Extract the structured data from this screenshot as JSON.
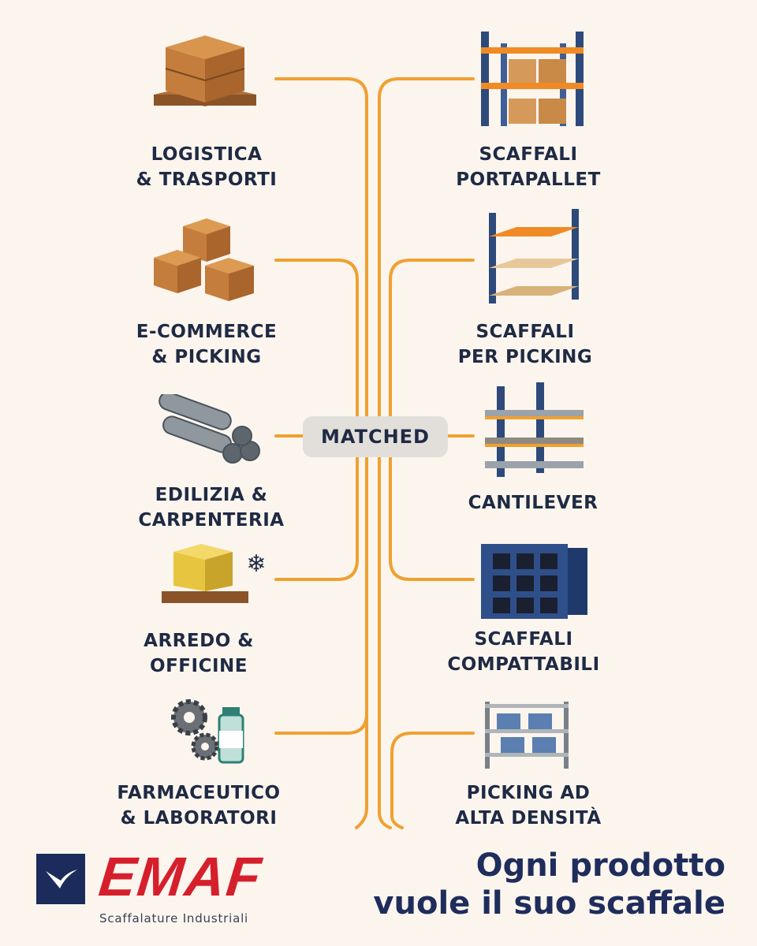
{
  "center_label": "MATCHED",
  "sectors": [
    {
      "line1": "LOGISTICA",
      "line2": "& TRASPORTI",
      "icon": "pallet-boxes-icon"
    },
    {
      "line1": "E-COMMERCE",
      "line2": "& PICKING",
      "icon": "box-stack-icon"
    },
    {
      "line1": "EDILIZIA &",
      "line2": "CARPENTERIA",
      "icon": "steel-pipes-icon"
    },
    {
      "line1": "ARREDO &",
      "line2": "OFFICINE",
      "icon": "cold-pallet-icon"
    },
    {
      "line1": "FARMACEUTICO",
      "line2": "& LABORATORI",
      "icon": "gears-bottle-icon"
    }
  ],
  "products": [
    {
      "line1": "SCAFFALI",
      "line2": "PORTAPALLET",
      "icon": "pallet-rack-icon"
    },
    {
      "line1": "SCAFFALI",
      "line2": "PER PICKING",
      "icon": "picking-rack-icon"
    },
    {
      "line1": "CANTILEVER",
      "line2": "",
      "icon": "cantilever-rack-icon"
    },
    {
      "line1": "SCAFFALI",
      "line2": "COMPATTABILI",
      "icon": "compact-shelving-icon"
    },
    {
      "line1": "PICKING AD",
      "line2": "ALTA DENSITÀ",
      "icon": "high-density-shelf-icon"
    }
  ],
  "brand": {
    "name": "EMAF",
    "subtitle": "Scaffalature Industriali"
  },
  "tagline": {
    "line1": "Ogni prodotto",
    "line2": "vuole il suo scaffale"
  },
  "colors": {
    "background": "#fbf5ee",
    "line": "#f0a030",
    "text": "#1f2a44",
    "brand_red": "#d61f2c",
    "brand_navy": "#1b2c5c"
  }
}
